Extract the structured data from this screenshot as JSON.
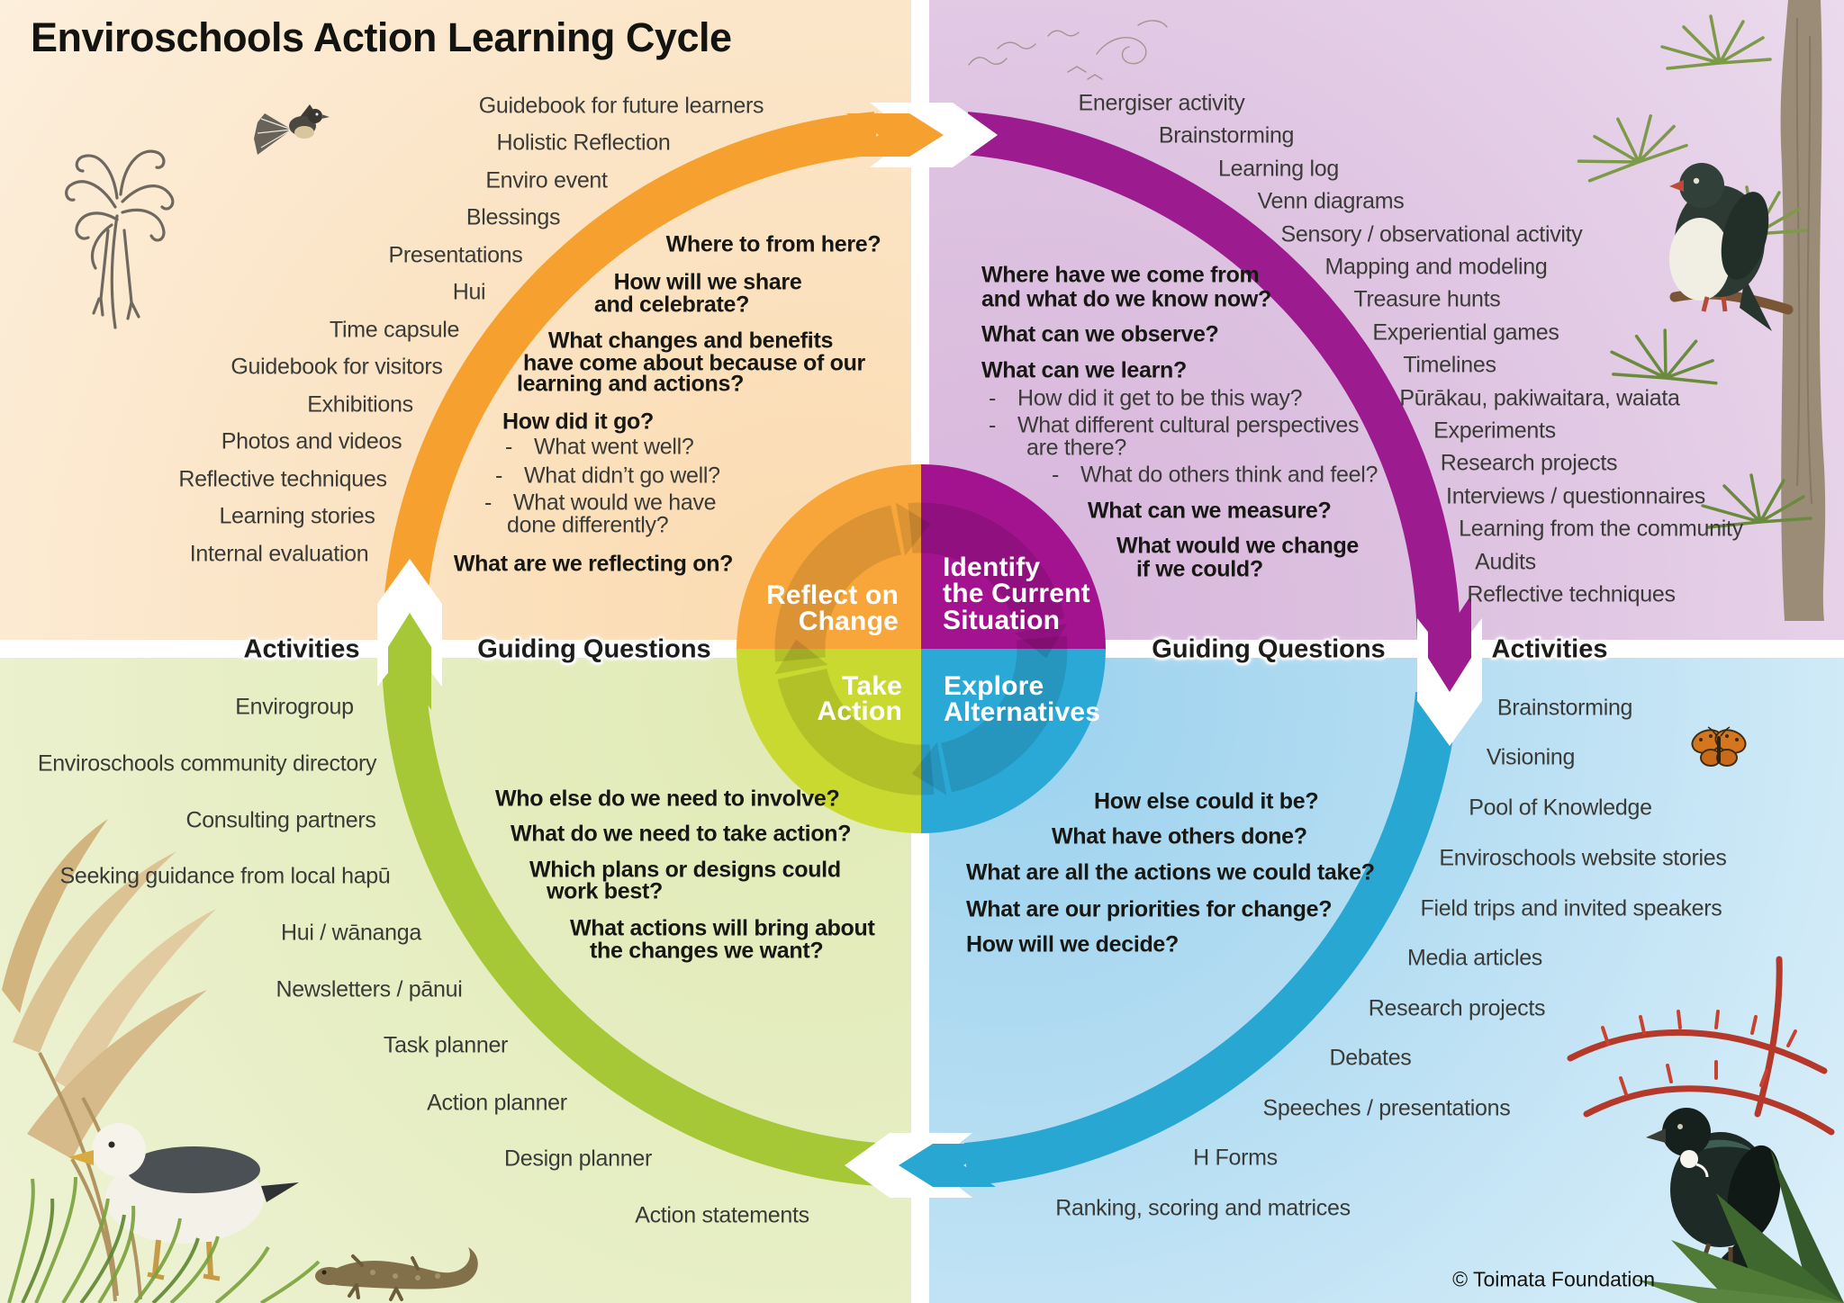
{
  "title": "Enviroschools Action Learning Cycle",
  "credit": "© Toimata Foundation",
  "band_labels": {
    "activities_left": "Activities",
    "guiding_left": "Guiding Questions",
    "guiding_right": "Guiding Questions",
    "activities_right": "Activities"
  },
  "colors": {
    "orange": "#F6A12F",
    "magenta": "#9C1B8F",
    "green": "#A6C836",
    "cyan": "#28A7D2",
    "hub_orange": "#F8A63A",
    "hub_magenta": "#A3138F",
    "hub_lime": "#C9D92F",
    "hub_cyan": "#2BA9D6"
  },
  "quadrants": {
    "reflect": {
      "label_lines": [
        "Reflect on",
        "Change"
      ],
      "activities": [
        "Guidebook for future learners",
        "Holistic Reflection",
        "Enviro event",
        "Blessings",
        "Presentations",
        "Hui",
        "Time capsule",
        "Guidebook for visitors",
        "Exhibitions",
        "Photos and videos",
        "Reflective techniques",
        "Learning stories",
        "Internal evaluation"
      ],
      "question_lines": [
        "Where to from here?",
        "How will we share",
        "and celebrate?",
        "What changes and benefits",
        "have come about because of our",
        "learning and actions?",
        "How did it go?",
        "What went well?",
        "What didn’t go well?",
        "What would we have",
        "done differently?",
        "What are we reflecting on?"
      ]
    },
    "identify": {
      "label_lines": [
        "Identify",
        "the Current",
        "Situation"
      ],
      "activities": [
        "Energiser activity",
        "Brainstorming",
        "Learning log",
        "Venn diagrams",
        "Sensory / observational activity",
        "Mapping and modeling",
        "Treasure hunts",
        "Experiential games",
        "Timelines",
        "Pūrākau, pakiwaitara, waiata",
        "Experiments",
        "Research projects",
        "Interviews / questionnaires",
        "Learning from the community",
        "Audits",
        "Reflective techniques"
      ],
      "question_lines": [
        "Where have we come from",
        "and what do we know now?",
        "What can we observe?",
        "What can we learn?",
        "How did it get to be this way?",
        "What different cultural perspectives",
        "are there?",
        "What do others think and feel?",
        "What can we measure?",
        "What would we change",
        "if we could?"
      ]
    },
    "take_action": {
      "label_lines": [
        "Take",
        "Action"
      ],
      "activities": [
        "Envirogroup",
        "Enviroschools community directory",
        "Consulting partners",
        "Seeking guidance from local hapū",
        "Hui / wānanga",
        "Newsletters / pānui",
        "Task planner",
        "Action planner",
        "Design planner",
        "Action statements"
      ],
      "question_lines": [
        "Who else do we need to involve?",
        "What do we need to take action?",
        "Which plans or designs could",
        "work best?",
        "What actions will bring about",
        "the changes we want?"
      ]
    },
    "explore": {
      "label_lines": [
        "Explore",
        "Alternatives"
      ],
      "activities": [
        "Brainstorming",
        "Visioning",
        "Pool of Knowledge",
        "Enviroschools website stories",
        "Field trips and invited speakers",
        "Media articles",
        "Research projects",
        "Debates",
        "Speeches / presentations",
        "H Forms",
        "Ranking, scoring and matrices"
      ],
      "question_lines": [
        "How else could it be?",
        "What have others done?",
        "What are all the actions we could take?",
        "What are our priorities for change?",
        "How will we decide?"
      ]
    }
  },
  "illustrations": [
    "koru-line-art",
    "fantail-bird",
    "bird-flock-sketch",
    "kereru-on-cabbage-tree",
    "butterfly",
    "toetoe-and-gull",
    "gecko",
    "tui-on-flax"
  ]
}
